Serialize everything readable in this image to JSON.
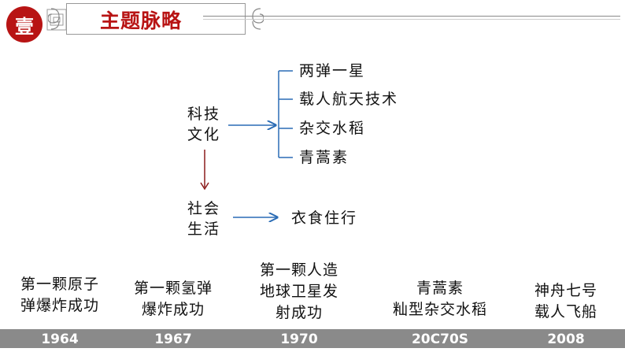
{
  "header": {
    "badge": "壹",
    "title": "主题脉略"
  },
  "diagram": {
    "root_line1": "科技",
    "root_line2": "文化",
    "branches": [
      "两弹一星",
      "载人航天技术",
      "杂交水稻",
      "青蒿素"
    ],
    "second_line1": "社会",
    "second_line2": "生活",
    "second_target": "衣食住行"
  },
  "timeline": {
    "events": [
      {
        "lines": [
          "第一颗原子",
          "弹爆炸成功"
        ],
        "year": "1964"
      },
      {
        "lines": [
          "第一颗氢弹",
          "爆炸成功"
        ],
        "year": "1967"
      },
      {
        "lines": [
          "第一颗人造",
          "地球卫星发",
          "射成功"
        ],
        "year": "1970"
      },
      {
        "lines": [
          "青蒿素",
          "籼型杂交水稻"
        ],
        "year": "20C70S"
      },
      {
        "lines": [
          "神舟七号",
          "载人飞船"
        ],
        "year": "2008"
      }
    ]
  },
  "colors": {
    "accent": "#b81414",
    "arrow_blue": "#2a6cb5",
    "arrow_red": "#8b1a1a",
    "timeline_bar": "#8a8a8a"
  }
}
